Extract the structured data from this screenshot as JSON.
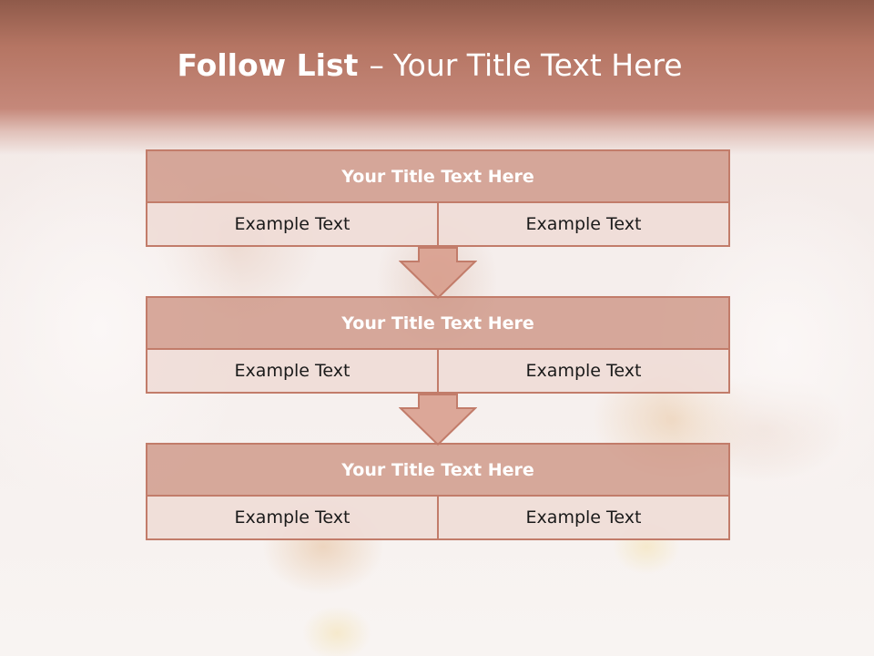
{
  "slide": {
    "title_bold": "Follow List",
    "title_separator": "–",
    "title_rest": "Your Title Text Here"
  },
  "steps": [
    {
      "title": "Your Title Text Here",
      "left": "Example Text",
      "right": "Example Text"
    },
    {
      "title": "Your Title Text Here",
      "left": "Example Text",
      "right": "Example Text"
    },
    {
      "title": "Your Title Text Here",
      "left": "Example Text",
      "right": "Example Text"
    }
  ],
  "colors": {
    "header": "#b57563",
    "accent": "#c27c6a",
    "block_title_fill": "#c98a78",
    "cell_fill": "#eedad5"
  }
}
